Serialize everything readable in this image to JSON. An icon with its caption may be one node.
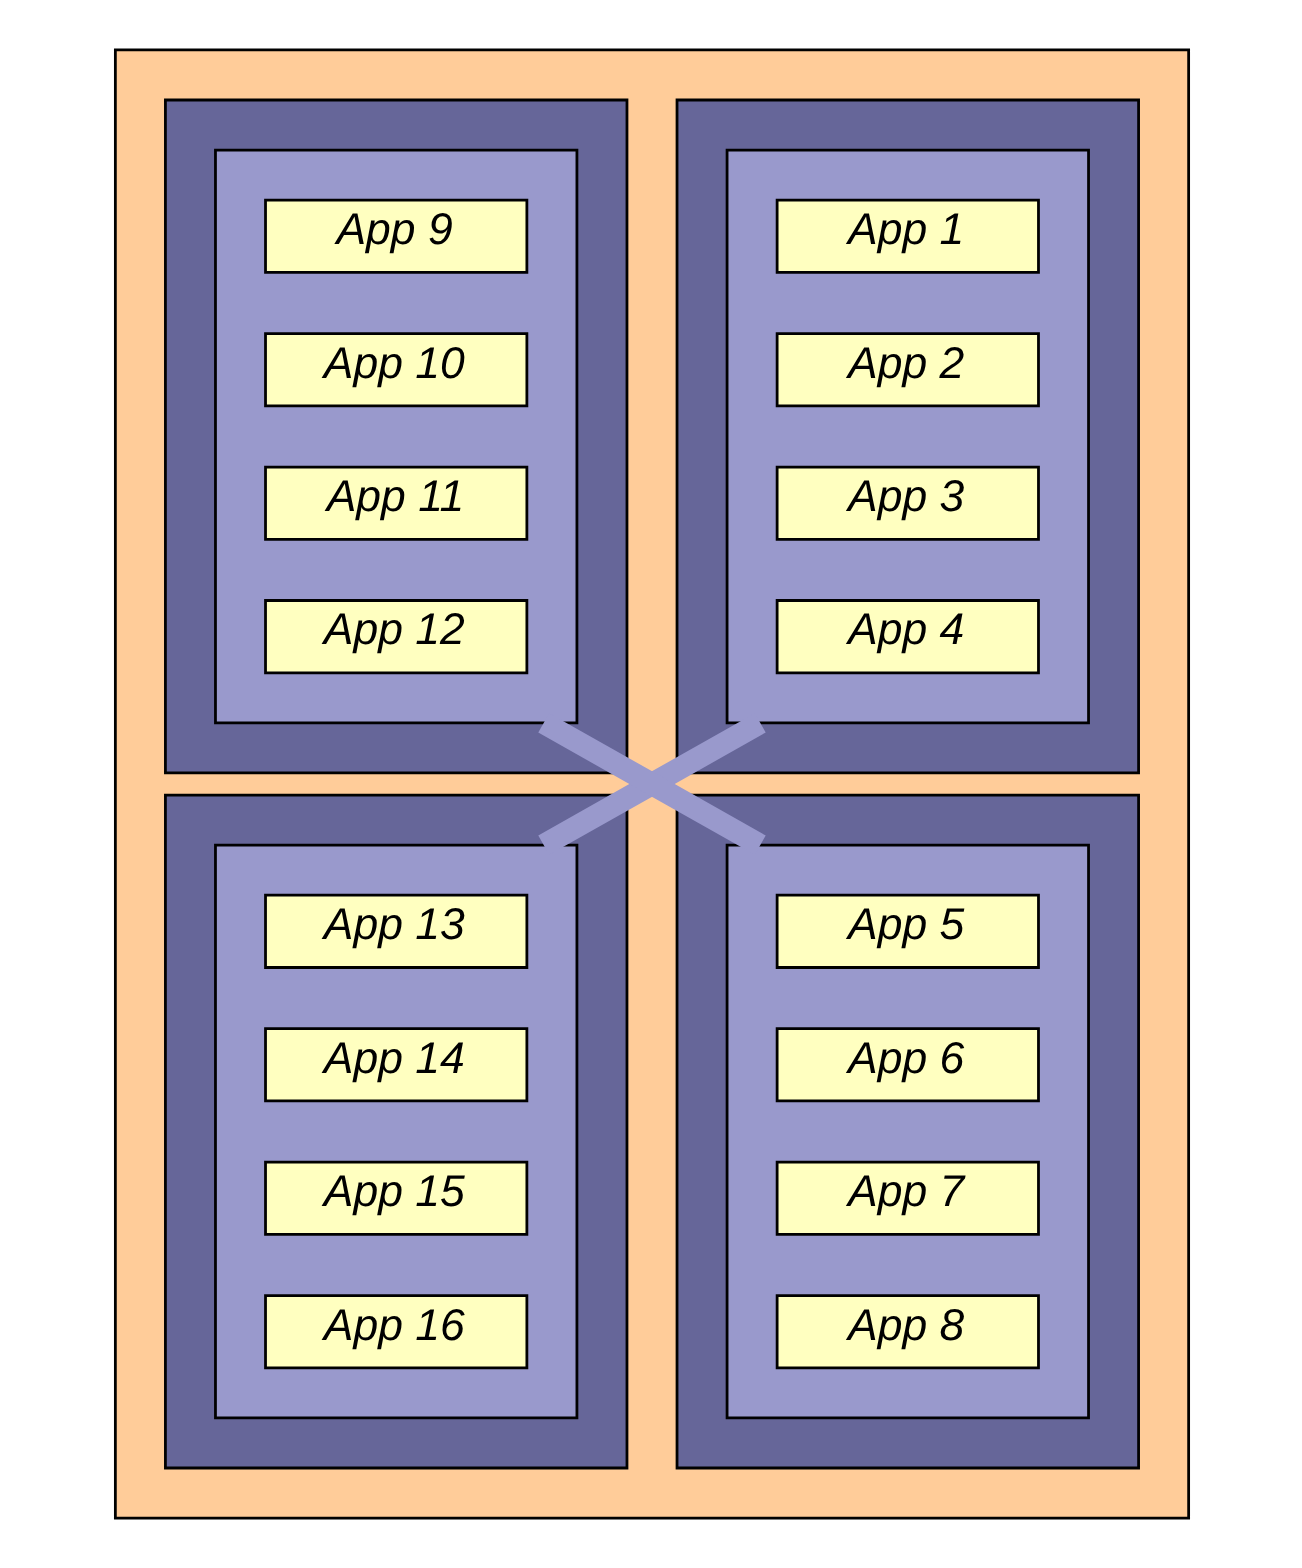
{
  "diagram": {
    "nodes": [
      {
        "text": [],
        "shape": "box"
      },
      {
        "text": [],
        "shape": "box",
        "in": 0
      },
      {
        "text": [],
        "shape": "box",
        "in": 1
      },
      {
        "text": [
          "App 1"
        ],
        "in": 2
      },
      {
        "text": [
          "App 2"
        ],
        "in": 2
      },
      {
        "text": [
          "App 3"
        ],
        "in": 2
      },
      {
        "text": [
          "App 4"
        ],
        "in": 2
      },
      {
        "text": [],
        "shape": "box",
        "in": 0
      },
      {
        "text": [],
        "shape": "box",
        "in": 7
      },
      {
        "text": [
          "App 9"
        ],
        "in": 8
      },
      {
        "text": [
          "App 10"
        ],
        "in": 8
      },
      {
        "text": [
          "App 11"
        ],
        "in": 8
      },
      {
        "text": [
          "App 12"
        ],
        "in": 8
      },
      {
        "text": [],
        "shape": "box",
        "in": 0
      },
      {
        "text": [],
        "shape": "box",
        "in": 13
      },
      {
        "text": [
          "App 5"
        ],
        "in": 14
      },
      {
        "text": [
          "App 6"
        ],
        "in": 14
      },
      {
        "text": [
          "App 7"
        ],
        "in": 14
      },
      {
        "text": [
          "App 8"
        ],
        "in": 14
      },
      {
        "text": [],
        "shape": "box",
        "in": 0
      },
      {
        "text": [],
        "shape": "box",
        "in": 19
      },
      {
        "text": [
          "App 13"
        ],
        "in": 20
      },
      {
        "text": [
          "App 14"
        ],
        "in": 20
      },
      {
        "text": [
          "App 15"
        ],
        "in": 20
      },
      {
        "text": [
          "App 16"
        ],
        "in": 20
      }
    ],
    "edges": [
      {
        "from": 2,
        "to": 20,
        "arrow": "none"
      },
      {
        "from": 8,
        "to": 14,
        "arrow": "none"
      }
    ]
  }
}
